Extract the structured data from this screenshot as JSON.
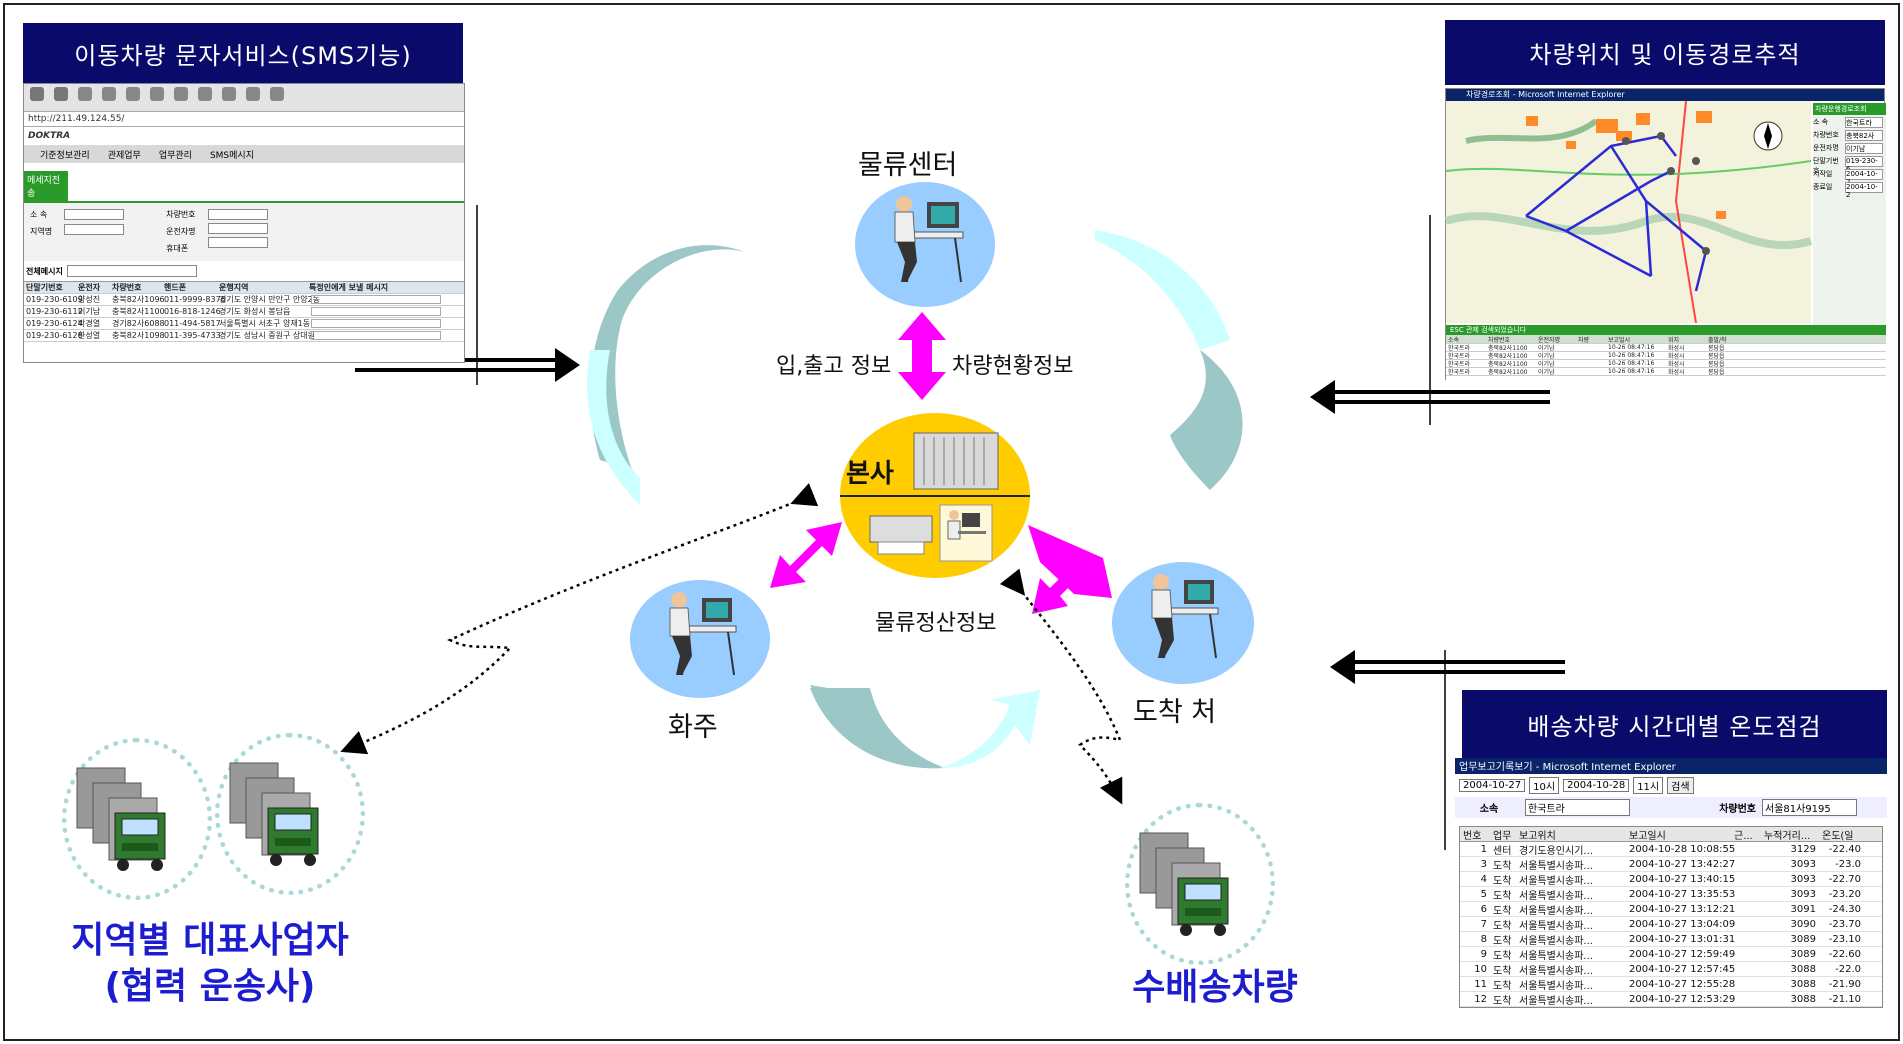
{
  "titles": {
    "sms": "이동차량 문자서비스(SMS기능)",
    "tracking": "차량위치 및 이동경로추적",
    "temperature": "배송차량 시간대별  온도점검"
  },
  "nodes": {
    "logistics_center": "물류센터",
    "hq": "본사",
    "shipper": "화주",
    "destination": "도착 처"
  },
  "flows": {
    "inout": "입,출고 정보",
    "vehicle_status": "차량현황정보",
    "settlement": "물류정산정보"
  },
  "groups": {
    "regional_line1": "지역별 대표사업자",
    "regional_line2": "(협력 운송사)",
    "delivery_vehicles": "수배송차량"
  },
  "sms_screen": {
    "url": "http://211.49.124.55/",
    "brand": "DOKTRA",
    "menu": [
      "기준정보관리",
      "관제업무",
      "업무관리",
      "SMS메시지"
    ],
    "tab": "메세지전송",
    "filters": [
      "소 속",
      "지역명",
      "차량번호",
      "운전자명",
      "휴대폰"
    ],
    "all_message": "전체메시지",
    "columns": [
      "단말기번호",
      "운전자",
      "차량번호",
      "핸드폰",
      "운행지역",
      "특정인에게 보낼 메시지"
    ],
    "rows": [
      [
        "019-230-6109",
        "양성진",
        "충북82사1096",
        "011-9999-8376",
        "경기도 안양시 만안구 안양2동"
      ],
      [
        "019-230-6112",
        "이기남",
        "충북82사1100",
        "016-818-1246",
        "경기도 화성시 봉담읍"
      ],
      [
        "019-230-6124",
        "박경열",
        "경기82사6088",
        "011-494-5817",
        "서울특별시 서초구 양재1동"
      ],
      [
        "019-230-6126",
        "한성열",
        "충북82사1098",
        "011-395-4733",
        "경기도 성남시 중원구 상대원"
      ]
    ]
  },
  "map_screen": {
    "titlebar": "차량경로조회 - Microsoft Internet Explorer",
    "side_title": "차량운행경로조회",
    "side_fields": [
      "소  속",
      "차량번호",
      "운전자명",
      "단말기번호",
      "시작일",
      "종료일"
    ],
    "side_values": [
      "한국트라",
      "충북82사",
      "이기남",
      "019-230-6",
      "2004-10-2",
      "2004-10-2"
    ],
    "list_header": "ESC 관제 검색되었습니다",
    "list_columns": [
      "소속",
      "차량번호",
      "운전자명",
      "차량",
      "보고일시",
      "위치",
      "출발/착"
    ],
    "list_row": [
      "한국트라",
      "충북82사1100",
      "이기남",
      "",
      "10-26 08:47:16",
      "화성시",
      "봉담읍"
    ]
  },
  "temp_screen": {
    "titlebar": "업무보고기록보기 - Microsoft Internet Explorer",
    "date_from": "2004-10-27",
    "hour_from": "10시",
    "date_to": "2004-10-28",
    "hour_to": "11시",
    "search": "검색",
    "affiliation_label": "소속",
    "affiliation": "한국트라",
    "vehicle_label": "차량번호",
    "vehicle": "서울81사9195",
    "columns": [
      "번호",
      "업무",
      "보고위치",
      "보고일시",
      "근...",
      "누적거리...",
      "온도(일"
    ],
    "rows": [
      [
        "1",
        "센터",
        "경기도용인시기...",
        "2004-10-28 10:08:55",
        "",
        "3129",
        "-22.40"
      ],
      [
        "3",
        "도착",
        "서울특별시송파...",
        "2004-10-27 13:42:27",
        "",
        "3093",
        "-23.0"
      ],
      [
        "4",
        "도착",
        "서울특별시송파...",
        "2004-10-27 13:40:15",
        "",
        "3093",
        "-22.70"
      ],
      [
        "5",
        "도착",
        "서울특별시송파...",
        "2004-10-27 13:35:53",
        "",
        "3093",
        "-23.20"
      ],
      [
        "6",
        "도착",
        "서울특별시송파...",
        "2004-10-27 13:12:21",
        "",
        "3091",
        "-24.30"
      ],
      [
        "7",
        "도착",
        "서울특별시송파...",
        "2004-10-27 13:04:09",
        "",
        "3090",
        "-23.70"
      ],
      [
        "8",
        "도착",
        "서울특별시송파...",
        "2004-10-27 13:01:31",
        "",
        "3089",
        "-23.10"
      ],
      [
        "9",
        "도착",
        "서울특별시송파...",
        "2004-10-27 12:59:49",
        "",
        "3089",
        "-22.60"
      ],
      [
        "10",
        "도착",
        "서울특별시송파...",
        "2004-10-27 12:57:45",
        "",
        "3088",
        "-22.0"
      ],
      [
        "11",
        "도착",
        "서울특별시송파...",
        "2004-10-27 12:55:28",
        "",
        "3088",
        "-21.90"
      ],
      [
        "12",
        "도착",
        "서울특별시송파...",
        "2004-10-27 12:53:29",
        "",
        "3088",
        "-21.10"
      ]
    ]
  },
  "colors": {
    "navy": "#0a0a6b",
    "magenta": "#ff00ff",
    "teal": "#8fbcbc",
    "light_cyan": "#ccffff",
    "node_blue": "#99ccff",
    "hq_yellow": "#ffcc00",
    "label_blue": "#1d1dd0",
    "truck_green": "#2f7a2f"
  }
}
